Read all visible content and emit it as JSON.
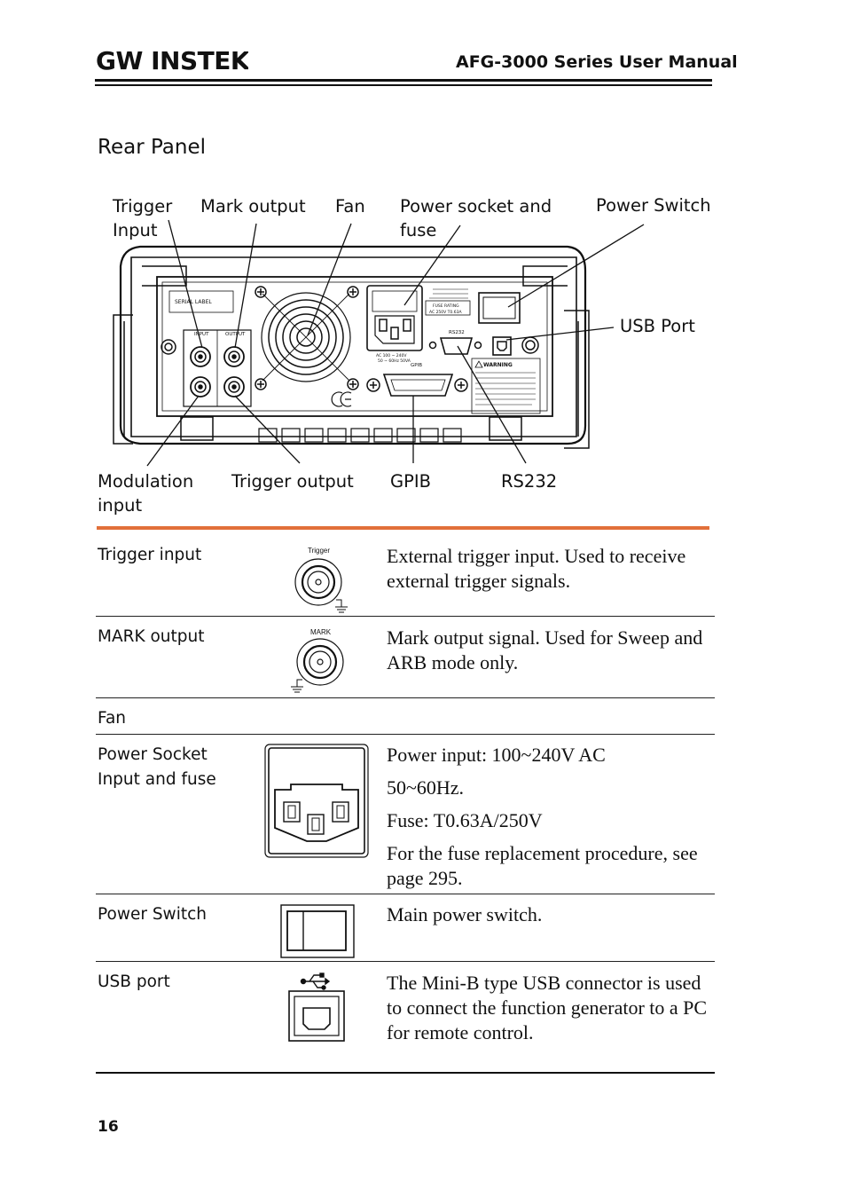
{
  "header": {
    "logo_text": "GW INSTEK",
    "title": "AFG-3000 Series User Manual"
  },
  "section_title": "Rear Panel",
  "callouts": {
    "trigger_input_l1": "Trigger",
    "trigger_input_l2": "Input",
    "mark_output": "Mark output",
    "fan": "Fan",
    "power_socket_l1": "Power socket and",
    "power_socket_l2": "fuse",
    "power_switch": "Power Switch",
    "usb_port": "USB Port",
    "modulation_l1": "Modulation",
    "modulation_l2": "input",
    "trigger_output": "Trigger output",
    "gpib": "GPIB",
    "rs232": "RS232"
  },
  "panel_labels": {
    "serial_label": "SERIAL LABEL",
    "input": "INPUT",
    "output": "OUTPUT",
    "rs232": "RS232",
    "gpib": "GPIB",
    "warning": "WARNING",
    "fuse_rating": "FUSE RATING",
    "fuse_value": "AC 250V T0.63A",
    "ac_rating_l1": "AC 100 ~ 240V",
    "ac_rating_l2": "50 ~ 60Hz 50VA"
  },
  "table": [
    {
      "name": "Trigger input",
      "icon": "bnc-connector-icon",
      "icon_label": "Trigger",
      "desc": [
        "External trigger input. Used to receive external trigger signals."
      ]
    },
    {
      "name": "MARK output",
      "icon": "bnc-connector-icon",
      "icon_label": "MARK",
      "desc": [
        "Mark output signal. Used for Sweep and ARB mode only."
      ]
    },
    {
      "name": "Fan",
      "icon": "",
      "desc": []
    },
    {
      "name_l1": "Power Socket",
      "name_l2": "Input and fuse",
      "icon": "power-socket-icon",
      "desc": [
        "Power input: 100~240V AC",
        "50~60Hz.",
        "Fuse: T0.63A/250V",
        "For the fuse replacement procedure, see page 295."
      ]
    },
    {
      "name": "Power Switch",
      "icon": "power-switch-icon",
      "desc": [
        "Main power switch."
      ]
    },
    {
      "name": "USB port",
      "icon": "usb-b-port-icon",
      "desc": [
        "The Mini-B type USB connector is used to connect the function generator to a PC for remote control."
      ]
    }
  ],
  "page_number": "16"
}
